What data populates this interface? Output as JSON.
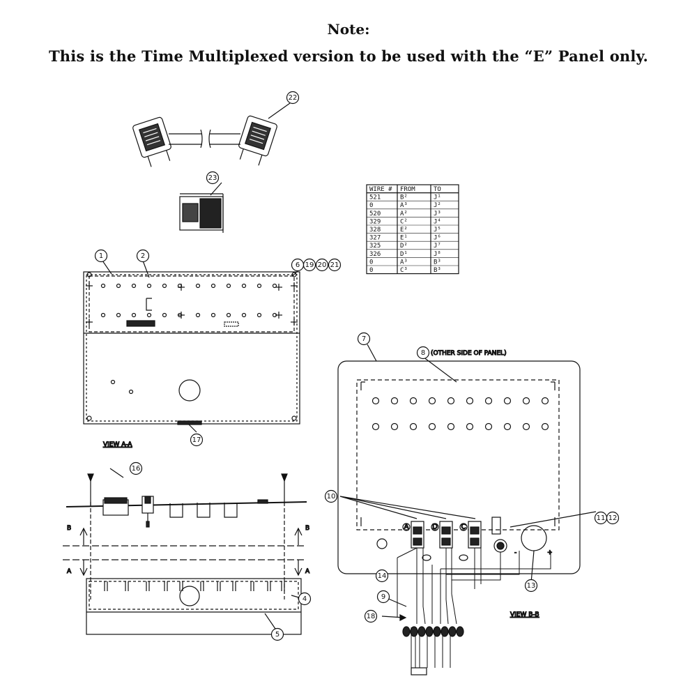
{
  "note": {
    "title": "Note:",
    "text": "This is the Time Multiplexed version to be used with the “E” Panel only."
  },
  "wire_table": {
    "headers": [
      "WIRE #",
      "FROM",
      "TO"
    ],
    "rows": [
      [
        "521",
        "B²",
        "J¹"
      ],
      [
        "0",
        "A³",
        "J²"
      ],
      [
        "520",
        "A²",
        "J³"
      ],
      [
        "329",
        "C²",
        "J⁴"
      ],
      [
        "328",
        "E²",
        "J⁵"
      ],
      [
        "327",
        "E¹",
        "J⁶"
      ],
      [
        "325",
        "D²",
        "J⁷"
      ],
      [
        "326",
        "D¹",
        "J⁸"
      ],
      [
        "0",
        "A³",
        "B³"
      ],
      [
        "0",
        "C³",
        "B³"
      ]
    ]
  },
  "callouts": {
    "c1": "1",
    "c2": "2",
    "c4": "4",
    "c5": "5",
    "c6": "6",
    "c7": "7",
    "c8": "8",
    "c9": "9",
    "c10": "10",
    "c11": "11",
    "c12": "12",
    "c13": "13",
    "c14": "14",
    "c16": "16",
    "c17": "17",
    "c18": "18",
    "c19": "19",
    "c20": "20",
    "c21": "21",
    "c22": "22",
    "c23": "23"
  },
  "labels": {
    "view_aa": "VIEW A-A",
    "view_bb": "VIEW B-B",
    "other_side": "(OTHER SIDE OF PANEL)",
    "arrow_b": "B",
    "arrow_a": "A",
    "sw_a": "A",
    "sw_d": "D",
    "sw_c": "C",
    "minus": "-",
    "plus": "+"
  }
}
